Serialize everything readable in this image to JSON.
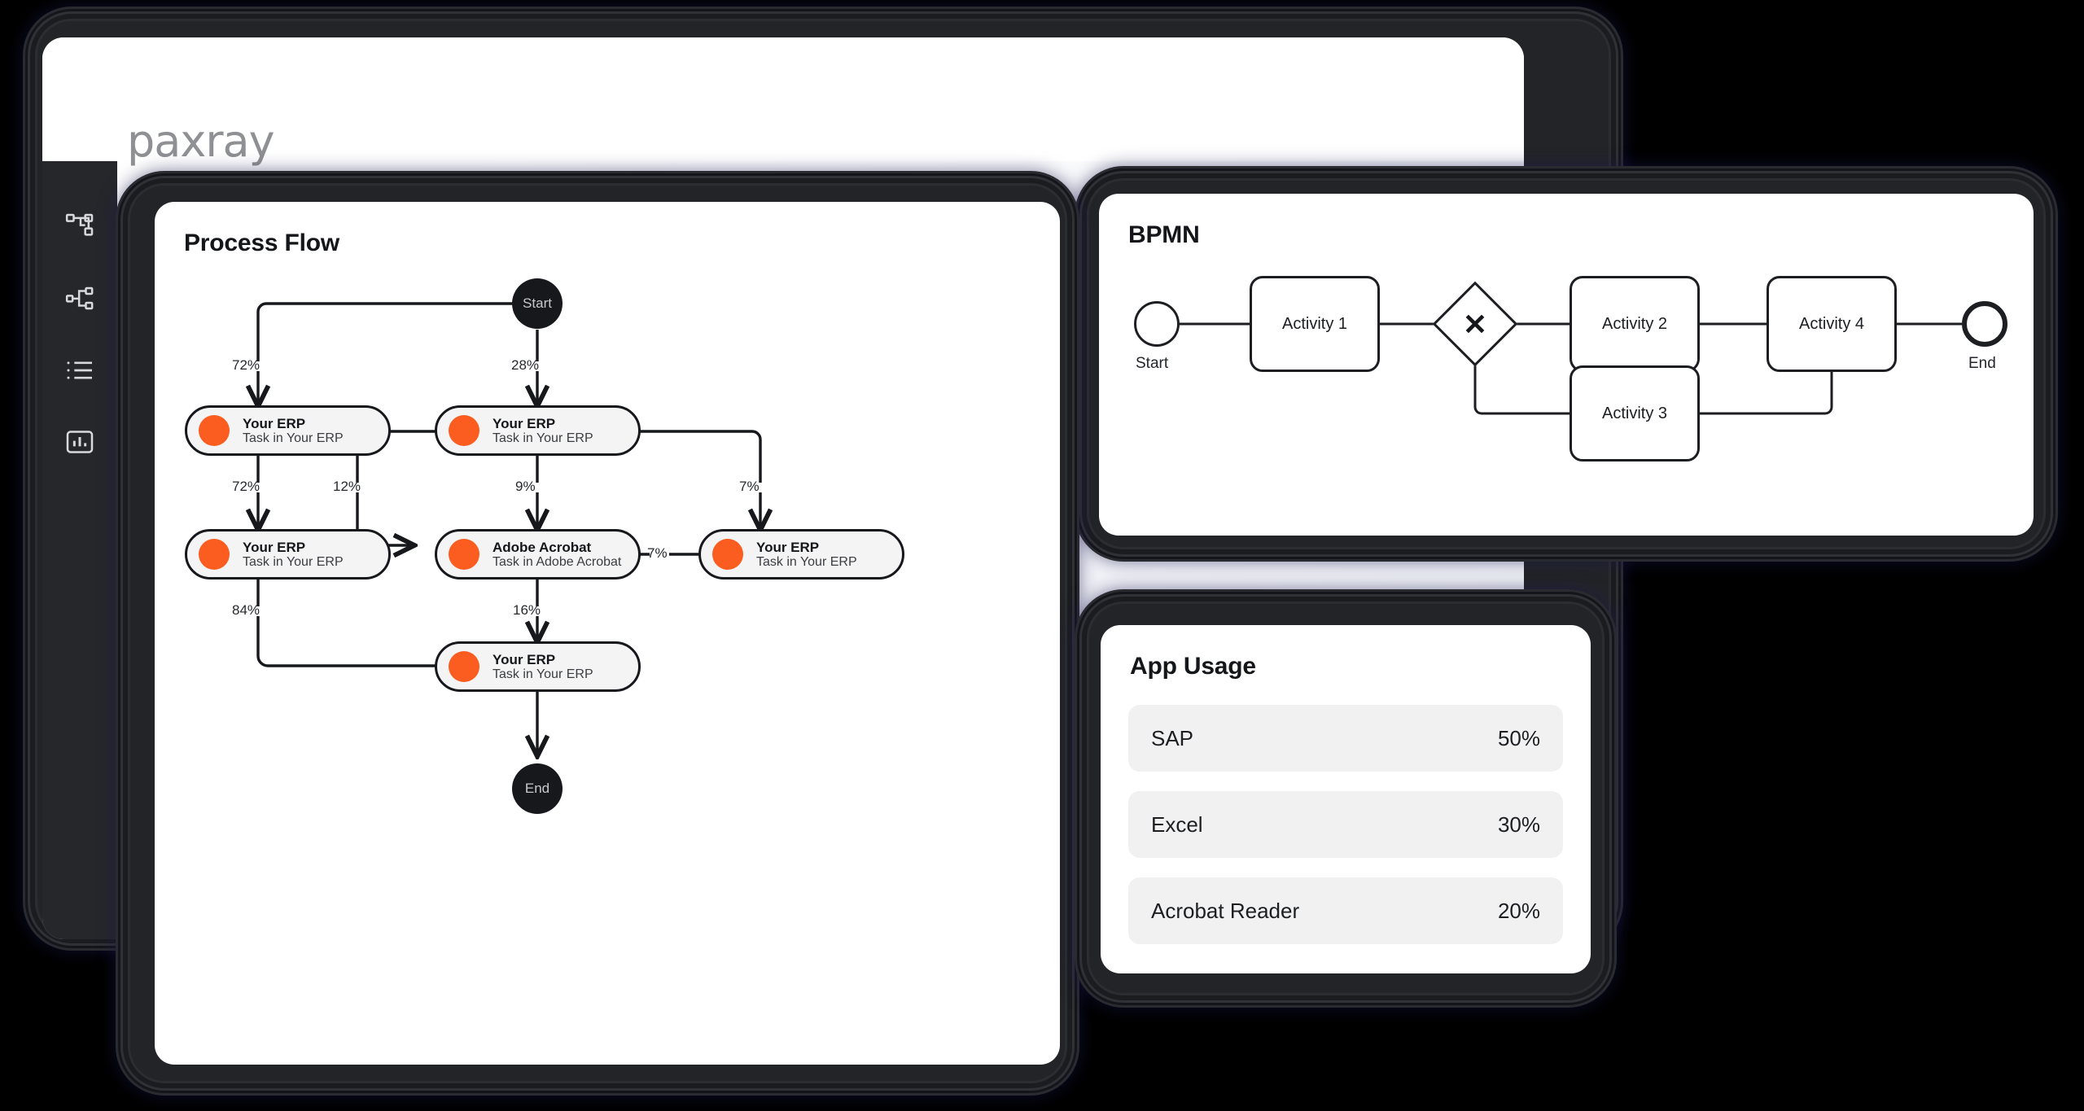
{
  "app": {
    "logo_text": "paxray",
    "sidebar": {
      "items": [
        {
          "icon": "hierarchy-diagram-icon",
          "name": "process-map"
        },
        {
          "icon": "node-graph-icon",
          "name": "variants"
        },
        {
          "icon": "list-icon",
          "name": "activity-list"
        },
        {
          "icon": "bar-chart-icon",
          "name": "analytics"
        }
      ]
    }
  },
  "process_flow": {
    "title": "Process Flow",
    "start_label": "Start",
    "end_label": "End",
    "nodes": [
      {
        "id": "n1",
        "title": "Your ERP",
        "subtitle": "Task in Your ERP"
      },
      {
        "id": "n2",
        "title": "Your ERP",
        "subtitle": "Task in Your ERP"
      },
      {
        "id": "n3",
        "title": "Your ERP",
        "subtitle": "Task in Your ERP"
      },
      {
        "id": "n4",
        "title": "Adobe Acrobat",
        "subtitle": "Task in Adobe Acrobat"
      },
      {
        "id": "n5",
        "title": "Your ERP",
        "subtitle": "Task in Your ERP"
      },
      {
        "id": "n6",
        "title": "Your ERP",
        "subtitle": "Task in Your ERP"
      }
    ],
    "edge_labels": {
      "start_left": "72%",
      "start_down": "28%",
      "n1_down": "72%",
      "n2_loop": "12%",
      "n2_down": "9%",
      "n2_right": "7%",
      "n5_to_n4": "7%",
      "n3_down": "84%",
      "n4_down": "16%"
    }
  },
  "bpmn": {
    "title": "BPMN",
    "start_label": "Start",
    "end_label": "End",
    "gateway_symbol": "✕",
    "activities": [
      {
        "id": "a1",
        "label": "Activity 1"
      },
      {
        "id": "a2",
        "label": "Activity 2"
      },
      {
        "id": "a3",
        "label": "Activity 3"
      },
      {
        "id": "a4",
        "label": "Activity 4"
      }
    ]
  },
  "app_usage": {
    "title": "App Usage",
    "rows": [
      {
        "name": "SAP",
        "value": "50%"
      },
      {
        "name": "Excel",
        "value": "30%"
      },
      {
        "name": "Acrobat Reader",
        "value": "20%"
      }
    ]
  },
  "chart_data": {
    "type": "bar",
    "title": "App Usage",
    "categories": [
      "SAP",
      "Excel",
      "Acrobat Reader"
    ],
    "values": [
      50,
      30,
      20
    ],
    "unit": "%",
    "xlabel": "",
    "ylabel": "",
    "ylim": [
      0,
      100
    ]
  },
  "colors": {
    "accent_orange": "#fb5c1f",
    "ink": "#17181c",
    "sidebar_bg": "#26272b",
    "card_bg": "#ffffff",
    "row_bg": "#f1f1f2",
    "logo_gray": "#8f9093"
  }
}
